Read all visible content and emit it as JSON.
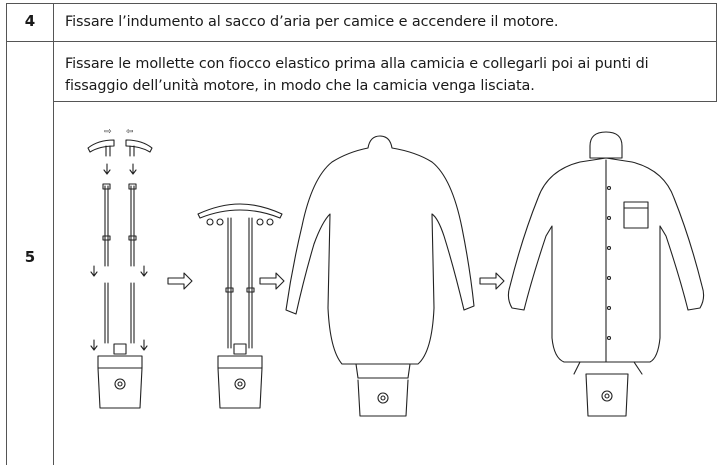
{
  "steps": [
    {
      "number": "4",
      "text": "Fissare l’indumento al sacco d’aria per camice e accendere il motore."
    },
    {
      "number": "5",
      "text_line1": "Fissare le mollette con fiocco elastico prima alla camicia e collegarli poi ai punti di",
      "text_line2": "fissaggio dell’unità motore, in modo che la camicia venga lisciata."
    },
    {
      "number": "5"
    }
  ],
  "illustration": {
    "panels": [
      "exploded-stand",
      "assembled-stand",
      "inflated-bag",
      "shirt-on-bag"
    ],
    "arrow_glyph": "⇨"
  }
}
